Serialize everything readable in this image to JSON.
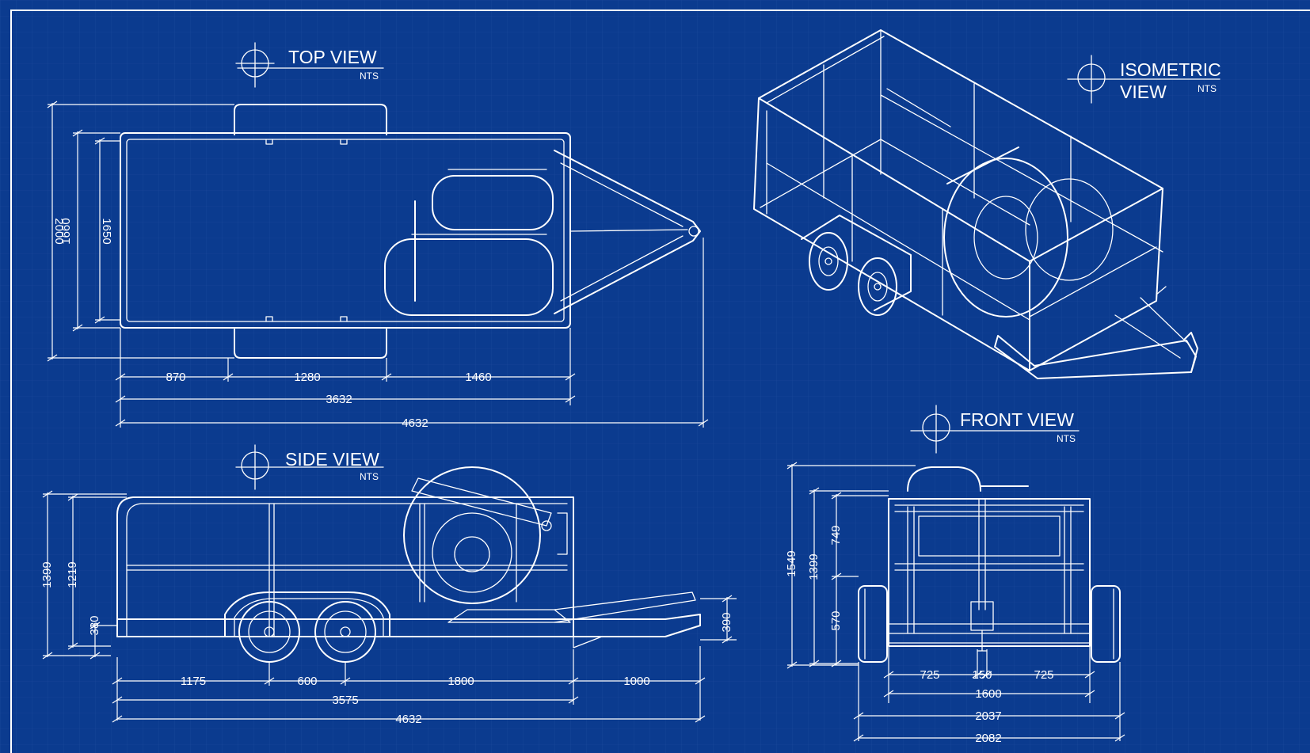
{
  "titles": {
    "top": "TOP VIEW",
    "iso1": "ISOMETRIC",
    "iso2": "VIEW",
    "side": "SIDE VIEW",
    "front": "FRONT VIEW",
    "nts": "NTS"
  },
  "top_view": {
    "vertical": [
      "2000",
      "1660",
      "1650"
    ],
    "horizontal": [
      "870",
      "1280",
      "1460",
      "3632",
      "4632"
    ]
  },
  "side_view": {
    "vertical": [
      "1399",
      "1219",
      "380"
    ],
    "right": "390",
    "horizontal": [
      "1175",
      "600",
      "1800",
      "1000",
      "3575",
      "4632"
    ]
  },
  "front_view": {
    "vertical": [
      "1549",
      "1399",
      "749",
      "570"
    ],
    "horizontal": [
      "725",
      "150",
      "725",
      "1600",
      "2037",
      "2082"
    ]
  },
  "colors": {
    "background": "#0b3b8f",
    "line": "#ffffff",
    "grid": "#2a56a6"
  }
}
